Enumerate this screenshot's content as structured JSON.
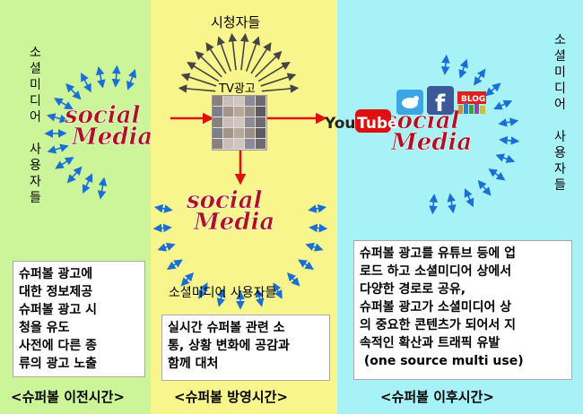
{
  "panels": {
    "before": {
      "side_label": "소\n셜\n미\n디\n어\n\n사\n용\n자\n들",
      "box": "슈퍼볼 광고에\n대한 정보제공\n슈퍼볼 광고 시\n청을 유도\n사전에 다른 종\n류의 광고 노출",
      "period": "<슈퍼볼 이전시간>",
      "color": "#ccf59a"
    },
    "during": {
      "viewers_label": "시청자들",
      "tv_label": "TV광고",
      "users_label": "소셜미디어 사용자들",
      "box": "실시간 슈퍼볼 관련 소\n통, 상황 변화에 공감과\n함께 대처",
      "period": "<슈퍼볼 방영시간>",
      "color": "#f7f58c"
    },
    "after": {
      "side_label": "소\n셜\n미\n디\n어\n\n사\n용\n자\n들",
      "box": "슈퍼볼 광고를 유튜브 등에 업\n로드 하고 소셜미디어 상에서\n다양한 경로로 공유,\n슈퍼볼 광고가 소셜미디어 상\n의 중요한 콘텐츠가 되어서 지\n속적인 확산과 트래픽 유발\n (one source multi use)",
      "period": "<슈퍼볼 이후시간>",
      "color": "#a6f2f7"
    }
  },
  "social_media": {
    "line1": "social",
    "line2": "Media"
  },
  "logos": {
    "youtube_a": "You",
    "youtube_b": "Tube",
    "facebook": "f",
    "blog": "BLOG"
  },
  "colors": {
    "arrow_blue": "#1a6fd6",
    "arrow_red": "#e01010",
    "arrow_dark": "#444444"
  }
}
